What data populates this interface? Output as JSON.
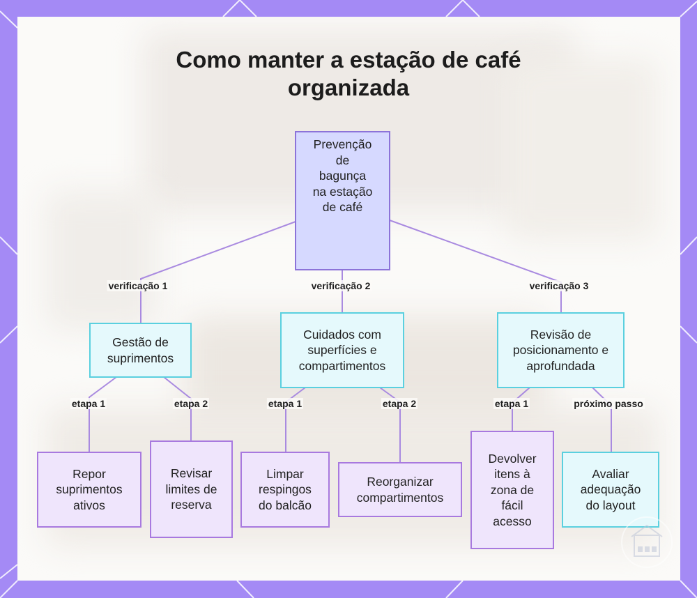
{
  "title": "Como manter a estação de café organizada",
  "colors": {
    "frame": "#a48af5",
    "root_fill": "#d6d9ff",
    "root_border": "#8c73d9",
    "cyan_fill": "#e5f9fc",
    "cyan_border": "#5ad0df",
    "purple_fill": "#efe5fc",
    "purple_border": "#a879df",
    "edge": "#a98ae0"
  },
  "nodes": {
    "root": "Prevenção de bagunça na estação de café",
    "supplies": "Gestão de suprimentos",
    "surfaces": "Cuidados com superfícies e compartimentos",
    "positioning": "Revisão de posicionamento e aprofundada",
    "restock": "Repor suprimentos ativos",
    "reserve": "Revisar limites de reserva",
    "clean": "Limpar respingos do balcão",
    "reorganize": "Reorganizar compartimentos",
    "return_items": "Devolver itens à zona de fácil acesso",
    "evaluate": "Avaliar adequação do layout"
  },
  "edge_labels": {
    "v1": "verificação 1",
    "v2": "verificação 2",
    "v3": "verificação 3",
    "s1a": "etapa 1",
    "s1b": "etapa 2",
    "s2a": "etapa 1",
    "s2b": "etapa 2",
    "s3a": "etapa 1",
    "s3b": "próximo passo"
  },
  "watermark_icon": "building-icon"
}
